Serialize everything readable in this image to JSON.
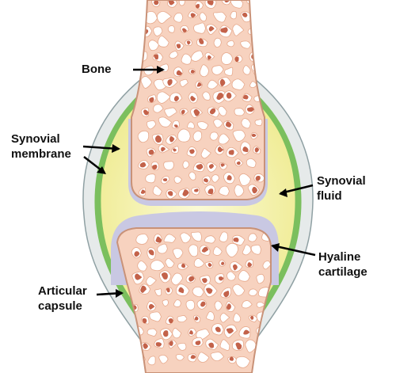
{
  "labels": {
    "bone": "Bone",
    "synovial_membrane": [
      "Synovial",
      "membrane"
    ],
    "synovial_fluid": [
      "Synovial",
      "fluid"
    ],
    "hyaline_cartilage": [
      "Hyaline",
      "cartilage"
    ],
    "articular_capsule": [
      "Articular",
      "capsule"
    ]
  },
  "colors": {
    "bone_fill": "#f7d2bf",
    "bone_outline": "#c99278",
    "spongy_pore": "#ffffff",
    "spongy_marrow": "#b8472a",
    "cartilage": "#c9c8e3",
    "synovial_fluid": "#f4f1a8",
    "synovial_membrane": "#7bbf5e",
    "capsule": "#e6eaea",
    "capsule_outline": "#8fa0a3",
    "arrow": "#000000"
  }
}
